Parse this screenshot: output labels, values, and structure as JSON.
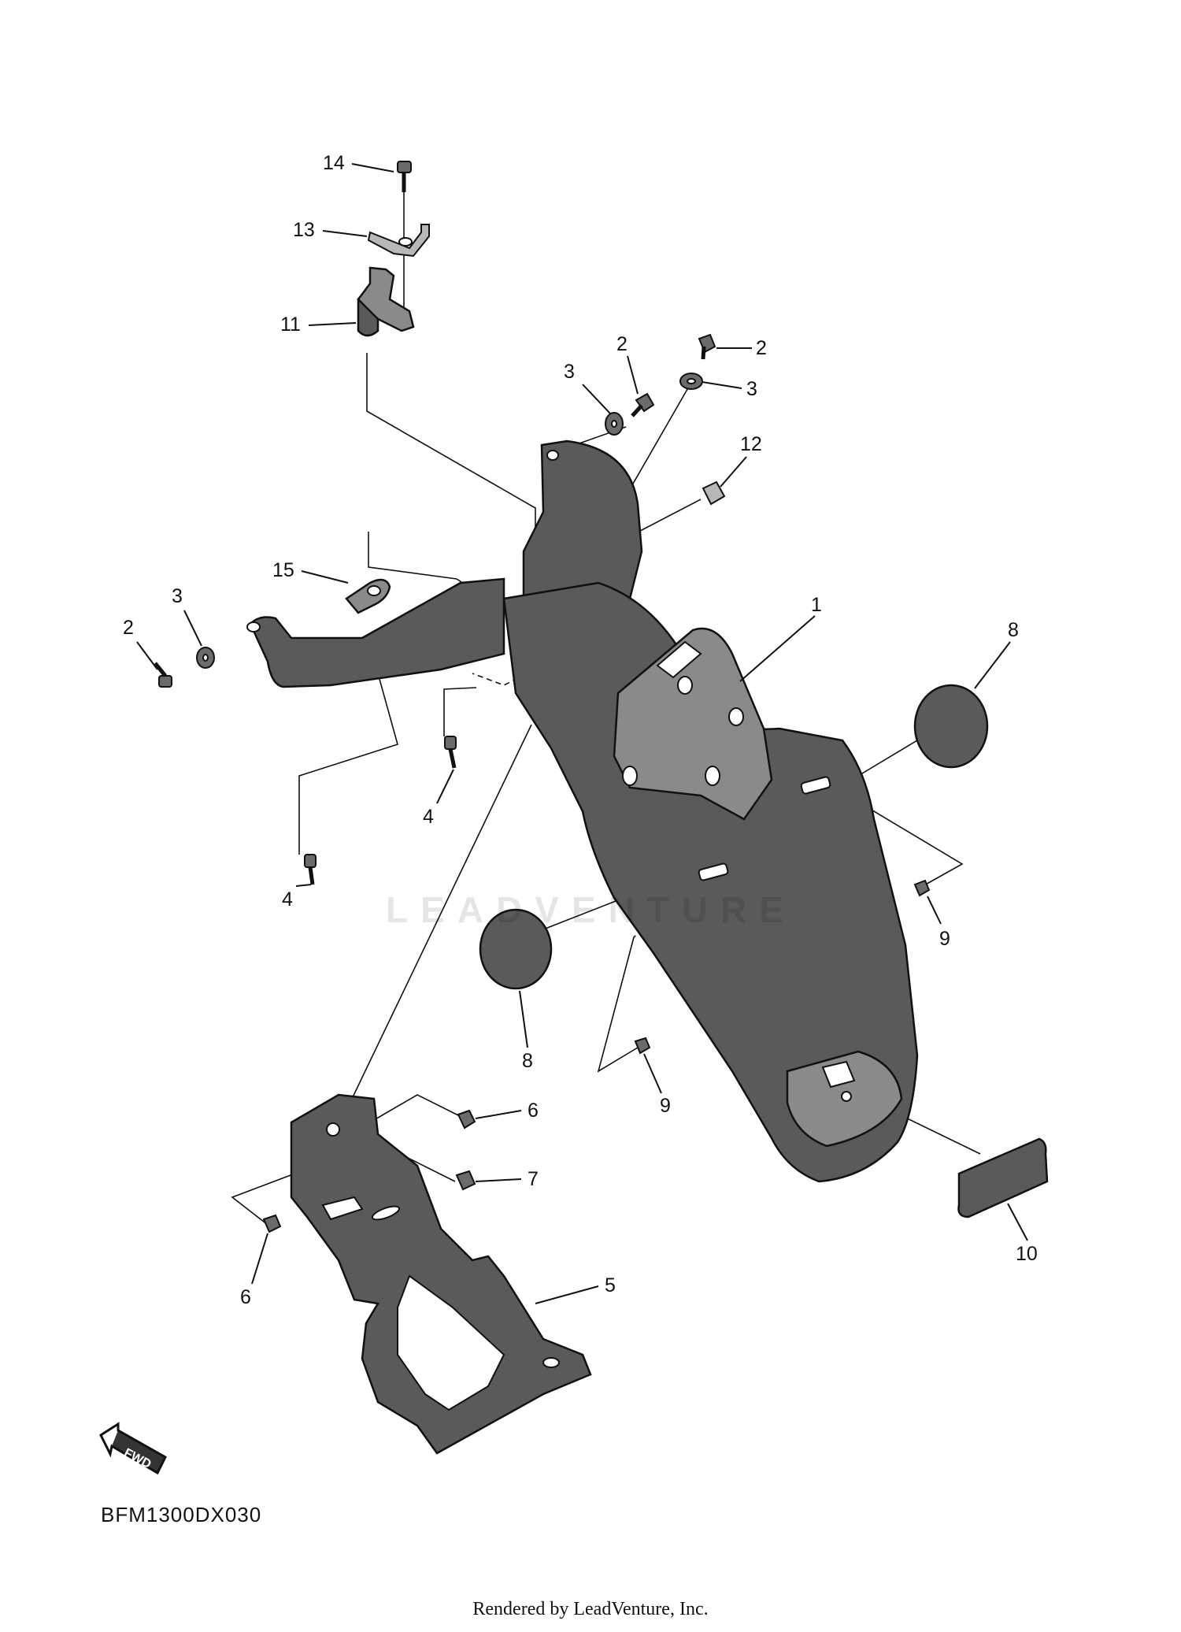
{
  "diagram": {
    "code": "BFM1300DX030",
    "watermark": "LEADVENTURE",
    "fwd_label": "FWD",
    "footer": "Rendered by LeadVenture, Inc.",
    "callouts": [
      "14",
      "13",
      "11",
      "2",
      "3",
      "2",
      "3",
      "12",
      "15",
      "3",
      "2",
      "1",
      "8",
      "4",
      "4",
      "9",
      "8",
      "9",
      "6",
      "7",
      "6",
      "5",
      "10"
    ]
  },
  "colors": {
    "line": "#111111",
    "part_dark": "#5a5a5a",
    "part_light": "#b8b8b8"
  }
}
